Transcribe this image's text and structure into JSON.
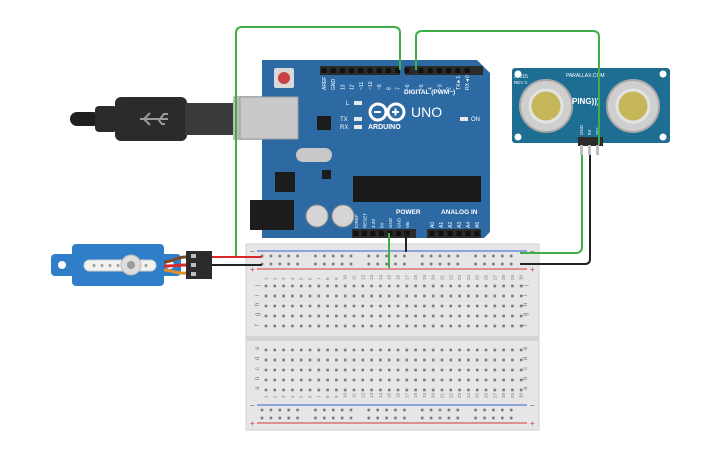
{
  "arduino": {
    "brand": "ARDUINO",
    "model": "UNO",
    "digital_header": "DIGITAL (PWM~)",
    "power_header": "POWER",
    "analog_header": "ANALOG IN",
    "led_l": "L",
    "led_tx": "TX",
    "led_rx": "RX",
    "led_on": "ON",
    "digital_pins": [
      "AREF",
      "GND",
      "13",
      "12",
      "~11",
      "~10",
      "~9",
      "8",
      "7",
      "~6",
      "~5",
      "4",
      "~3",
      "2",
      "TX►1",
      "RX◄0"
    ],
    "power_pins": [
      "IOREF",
      "RESET",
      "3.3V",
      "5V",
      "GND",
      "GND",
      "Vin"
    ],
    "analog_pins": [
      "A0",
      "A1",
      "A2",
      "A3",
      "A4",
      "A5"
    ]
  },
  "ping_sensor": {
    "brand": "PARALLAX.COM",
    "name": "PING)))",
    "pins": [
      "GND",
      "5V",
      "SIG"
    ],
    "code_line1": "28015",
    "code_line2": "REV C"
  },
  "breadboard": {
    "rail_plus": "+",
    "rail_minus": "−",
    "column_numbers": [
      "1",
      "2",
      "3",
      "4",
      "5",
      "6",
      "7",
      "8",
      "9",
      "10",
      "11",
      "12",
      "13",
      "14",
      "15",
      "16",
      "17",
      "18",
      "19",
      "20",
      "21",
      "22",
      "23",
      "24",
      "25",
      "26",
      "27",
      "28",
      "29",
      "30"
    ],
    "row_letters_top": [
      "j",
      "i",
      "h",
      "g",
      "f"
    ],
    "row_letters_bottom": [
      "e",
      "d",
      "c",
      "b",
      "a"
    ]
  },
  "colors": {
    "arduino_board": "#2d6aa4",
    "header": "#2b2b2b",
    "breadboard": "#e6e6e6",
    "rail_red": "#d63a3a",
    "rail_blue": "#3a5fd6",
    "wire_green": "#3fae49",
    "wire_black": "#222222",
    "wire_red": "#d62a2a",
    "servo": "#2f7fc8",
    "ping_board": "#1e6d92"
  }
}
